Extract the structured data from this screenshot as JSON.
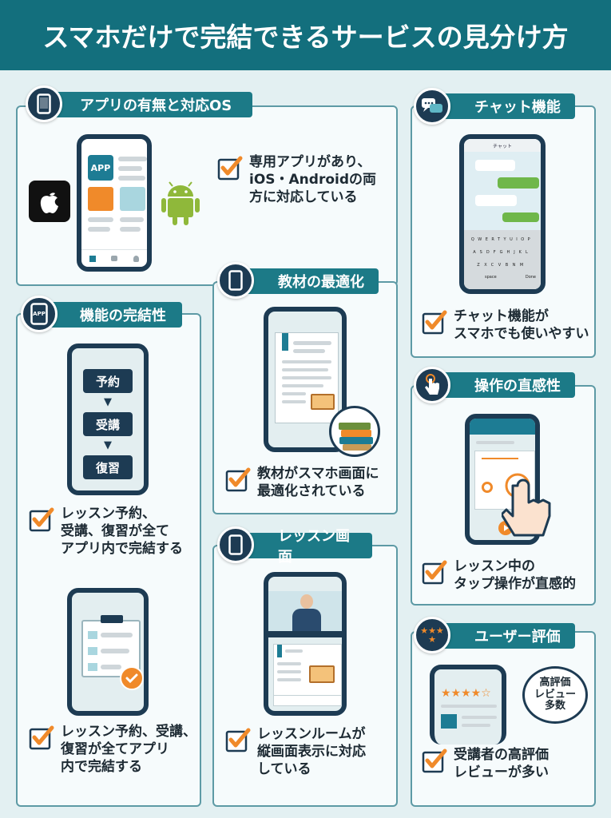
{
  "header": {
    "title": "スマホだけで完結できるサービスの見分け方"
  },
  "colors": {
    "teal": "#1c7a87",
    "navy": "#1d3b53",
    "orange": "#f08a2a",
    "panel_border": "#5d9aa5"
  },
  "panels": {
    "app": {
      "title": "アプリの有無と対応OS",
      "icon": "smartphone-icon",
      "app_label": "APP",
      "check": [
        "専用アプリがあり、",
        "iOS・Androidの両",
        "方に対応している"
      ]
    },
    "chat": {
      "title": "チャット機能",
      "icon": "chat-bubbles-icon",
      "phone_header": "チャット",
      "keyboard_rows": [
        "QWERTYUIOP",
        "ASDFGHJKL",
        "ZXCVBNM"
      ],
      "space_label": "space",
      "done_label": "Done",
      "check": [
        "チャット機能が",
        "スマホでも使いやすい"
      ]
    },
    "function": {
      "title": "機能の完結性",
      "icon_label": "APP",
      "flow": [
        "予約",
        "受講",
        "復習"
      ],
      "check1": [
        "レッスン予約、",
        "受講、復習が全て",
        "アプリ内で完結する"
      ],
      "check2": [
        "レッスン予約、受講、",
        "復習が全てアプリ",
        "内で完結する"
      ]
    },
    "material": {
      "title": "教材の最適化",
      "icon": "smartphone-icon",
      "check": [
        "教材がスマホ画面に",
        "最適化されている"
      ]
    },
    "operation": {
      "title": "操作の直感性",
      "icon": "tap-hand-icon",
      "check": [
        "レッスン中の",
        "タップ操作が直感的"
      ]
    },
    "lesson": {
      "title": "レッスン画面",
      "icon": "smartphone-icon",
      "check": [
        "レッスンルームが",
        "縦画面表示に対応",
        "している"
      ]
    },
    "review": {
      "title": "ユーザー評価",
      "icon": "stars-icon",
      "bubble": [
        "高評価",
        "レビュー",
        "多数"
      ],
      "check": [
        "受講者の高評価",
        "レビューが多い"
      ]
    }
  }
}
